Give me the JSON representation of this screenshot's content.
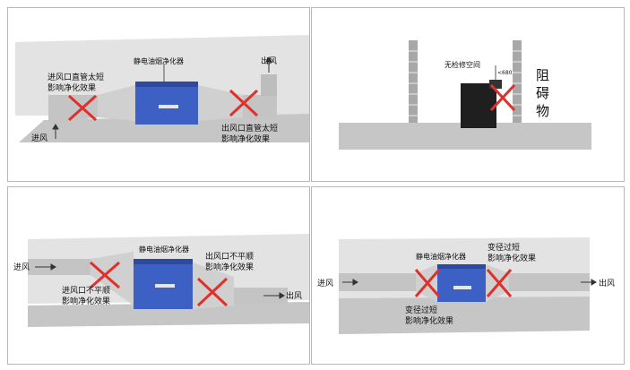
{
  "panel1": {
    "device": "静电油烟净化器",
    "inlet_warning": [
      "进风口直管太短",
      "影响净化效果"
    ],
    "outlet_warning": [
      "出风口直管太短",
      "影响净化效果"
    ],
    "inlet": "进风",
    "outlet": "出风"
  },
  "panel2": {
    "no_space": "无检修空间",
    "dimension": "<680",
    "obstacle": [
      "阻",
      "碍",
      "物"
    ]
  },
  "panel3": {
    "device": "静电油烟净化器",
    "inlet_warning": [
      "进风口不平顺",
      "影响净化效果"
    ],
    "outlet_warning": [
      "出风口不平顺",
      "影响净化效果"
    ],
    "inlet": "进风",
    "outlet": "出风"
  },
  "panel4": {
    "device": "静电油烟净化器",
    "inlet_warning": [
      "变径过短",
      "影响净化效果"
    ],
    "outlet_warning": [
      "变径过短",
      "影响净化效果"
    ],
    "inlet": "进风",
    "outlet": "出风"
  },
  "colors": {
    "wall": "#e1e1e1",
    "floor": "#c9c9c9",
    "duct": "#c8c8c8",
    "device_blue": "#3d60c4",
    "cross_red": "#e0302c",
    "brick": "#a8a8a8"
  }
}
